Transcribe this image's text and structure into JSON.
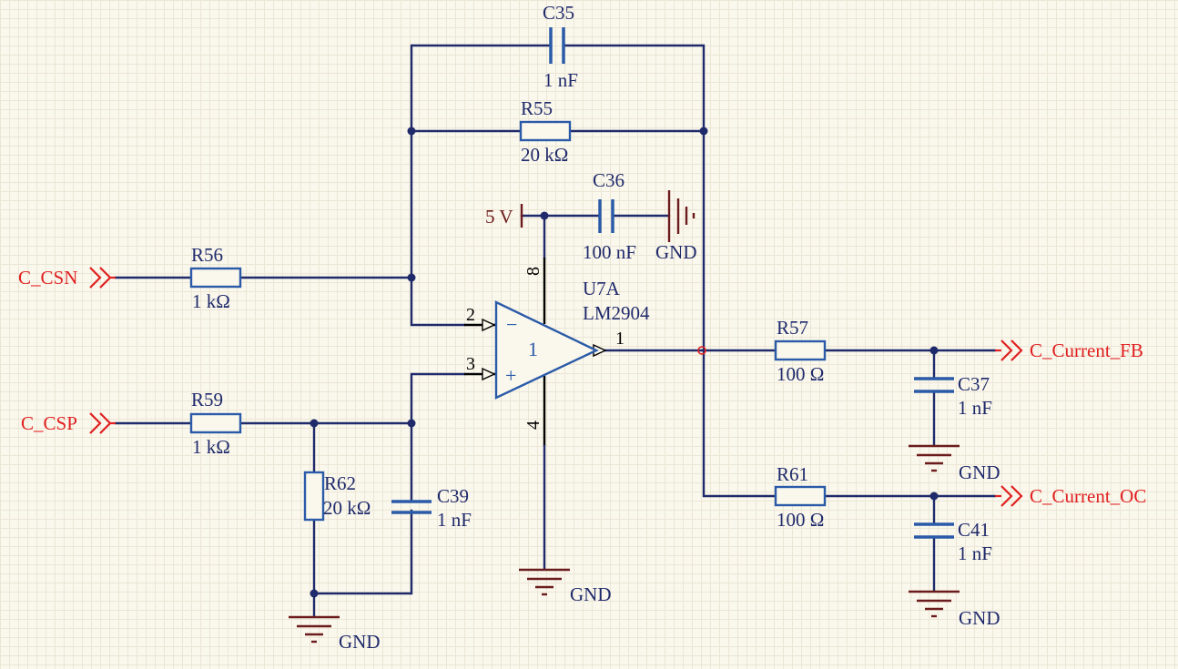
{
  "components": {
    "c35": {
      "ref": "C35",
      "value": "1 nF"
    },
    "r55": {
      "ref": "R55",
      "value": "20 kΩ"
    },
    "c36": {
      "ref": "C36",
      "value": "100 nF"
    },
    "r56": {
      "ref": "R56",
      "value": "1 kΩ"
    },
    "r59": {
      "ref": "R59",
      "value": "1 kΩ"
    },
    "r62": {
      "ref": "R62",
      "value": "20 kΩ"
    },
    "c39": {
      "ref": "C39",
      "value": "1 nF"
    },
    "r57": {
      "ref": "R57",
      "value": "100 Ω"
    },
    "c37": {
      "ref": "C37",
      "value": "1 nF"
    },
    "r61": {
      "ref": "R61",
      "value": "100 Ω"
    },
    "c41": {
      "ref": "C41",
      "value": "1 nF"
    },
    "u7a": {
      "ref": "U7A",
      "value": "LM2904",
      "part_number": "1"
    }
  },
  "pins": {
    "in_neg": "2",
    "in_pos": "3",
    "out": "1",
    "vcc": "8",
    "vee": "4"
  },
  "op_amp_symbols": {
    "minus": "−",
    "plus": "+"
  },
  "nets": {
    "c_csn": "C_CSN",
    "c_csp": "C_CSP",
    "c_current_fb": "C_Current_FB",
    "c_current_oc": "C_Current_OC"
  },
  "power": {
    "vcc_label": "5 V",
    "gnd_label": "GND"
  },
  "colors": {
    "background": "#faf7ec",
    "wire": "#1f2a6b",
    "component": "#2a5aa8",
    "net_port": "#e02020",
    "power": "#6b1b1b"
  }
}
